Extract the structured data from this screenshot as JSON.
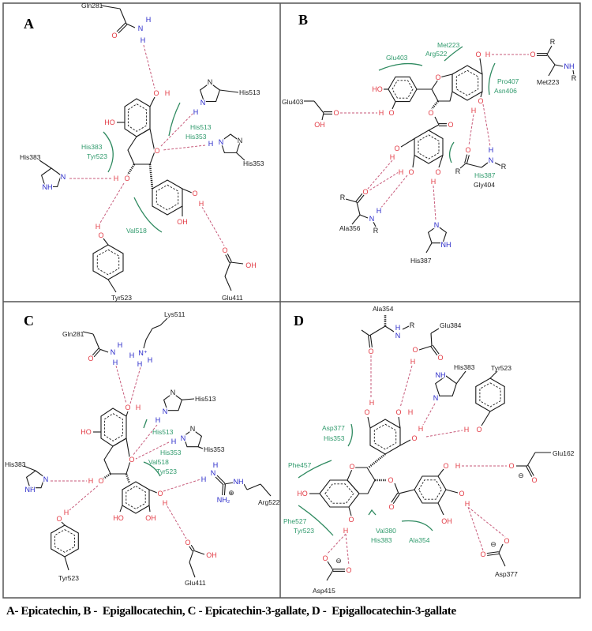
{
  "panels": {
    "A": {
      "label": "A",
      "residues": {
        "gln281": "Gln281",
        "his513": "His513",
        "his353": "His353",
        "his383": "His383",
        "tyr523": "Tyr523",
        "glu411": "Glu411"
      },
      "contacts": {
        "his383": "His383",
        "tyr523": "Tyr523",
        "his513": "His513",
        "his353": "His353",
        "val518": "Val518"
      }
    },
    "B": {
      "label": "B",
      "residues": {
        "met223": "Met223",
        "glu403": "Glu403",
        "ala356": "Ala356",
        "his387": "His387",
        "gly404": "Gly404"
      },
      "contacts": {
        "glu403": "Glu403",
        "met223": "Met223",
        "arg522": "Arg522",
        "pro407": "Pro407",
        "asn406": "Asn406",
        "his387": "His387"
      }
    },
    "C": {
      "label": "C",
      "residues": {
        "gln281": "Gln281",
        "lys511": "Lys511",
        "his513": "His513",
        "his353": "His353",
        "his383": "His383",
        "arg522": "Arg522",
        "tyr523": "Tyr523",
        "glu411": "Glu411"
      },
      "contacts": {
        "his513": "His513",
        "his353": "His353",
        "val518": "Val518",
        "tyr523": "Tyr523"
      }
    },
    "D": {
      "label": "D",
      "residues": {
        "ala354": "Ala354",
        "glu384": "Glu384",
        "his383": "His383",
        "tyr523": "Tyr523",
        "glu162": "Glu162",
        "asp377": "Asp377",
        "asp415": "Asp415"
      },
      "contacts": {
        "asp377": "Asp377",
        "his353": "His353",
        "phe457": "Phe457",
        "phe527": "Phe527",
        "tyr523": "Tyr523",
        "val380": "Val380",
        "his383": "His383",
        "ala354": "Ala354"
      }
    }
  },
  "atoms": {
    "O": "O",
    "H": "H",
    "N": "N",
    "OH": "OH",
    "HO": "HO",
    "NH": "NH",
    "R": "R",
    "NH2": "NH₂",
    "Nplus": "N⁺",
    "plus": "⊕",
    "minus": "⊖"
  },
  "colors": {
    "hbond": "#c75a7a",
    "contact": "#2f9a6c",
    "oxygen": "#e23a44",
    "nitrogen": "#2626c8"
  },
  "caption": "A- Epicatechin, B -  Epigallocatechin, C - Epicatechin-3-gallate, D -  Epigallocatechin-3-gallate"
}
